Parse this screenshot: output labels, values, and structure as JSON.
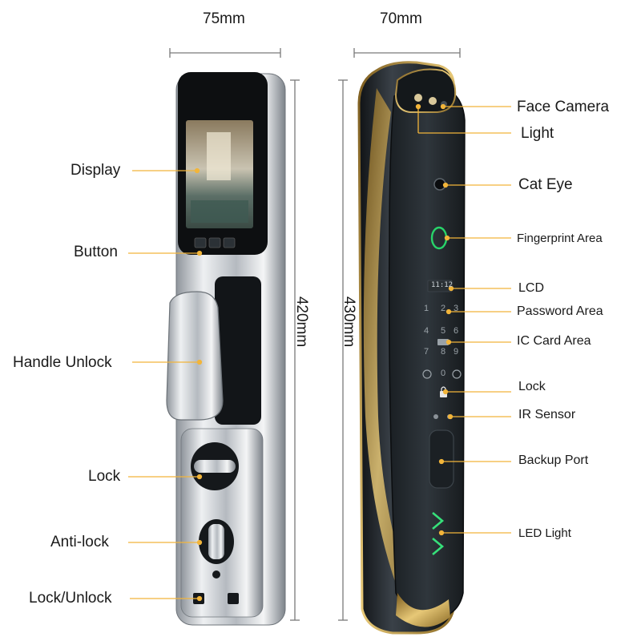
{
  "dimensions": {
    "left_width": "75mm",
    "right_width": "70mm",
    "left_height": "420mm",
    "right_height": "430mm"
  },
  "left_callouts": {
    "display": "Display",
    "button": "Button",
    "handle_unlock": "Handle Unlock",
    "lock": "Lock",
    "anti_lock": "Anti-lock",
    "lock_unlock": "Lock/Unlock"
  },
  "right_callouts": {
    "face_camera": "Face Camera",
    "light": "Light",
    "cat_eye": "Cat Eye",
    "fingerprint_area": "Fingerprint Area",
    "lcd": "LCD",
    "password_area": "Password Area",
    "ic_card_area": "IC Card Area",
    "lock": "Lock",
    "ir_sensor": "IR Sensor",
    "backup_port": "Backup Port",
    "led_light": "LED Light"
  },
  "lcd_time": "11:12",
  "keypad": [
    "1",
    "2",
    "3",
    "4",
    "5",
    "6",
    "7",
    "8",
    "9",
    "0"
  ],
  "colors": {
    "leader_line": "#f2b53a",
    "dimension_line": "#7a7a7a",
    "chrome": "#c9ccd1",
    "panel_dark": "#1f2428",
    "gold": "#c8a24a",
    "fingerprint_ring": "#28d46a",
    "led_green": "#36e07a"
  },
  "icons": [
    "lock-icon",
    "fingerprint-ring-icon",
    "camera-lens-icon"
  ]
}
